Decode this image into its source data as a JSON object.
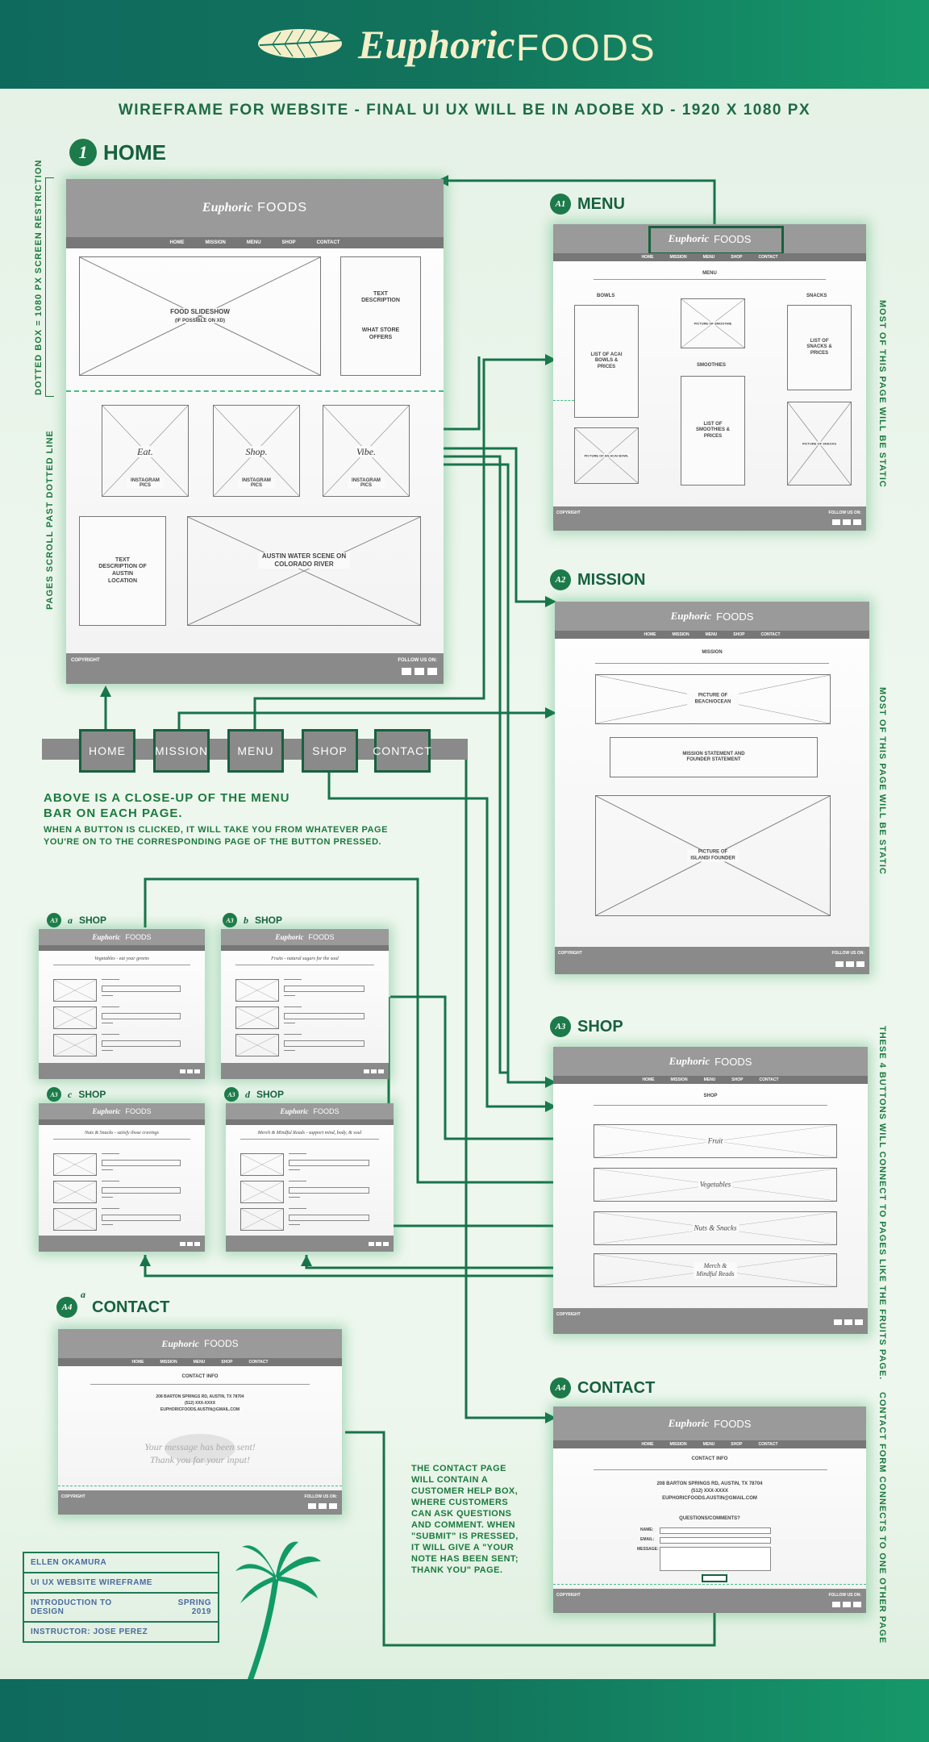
{
  "brand": {
    "script": "Euphoric",
    "word": "FOODS"
  },
  "subtitle": "WIREFRAME FOR WEBSITE - FINAL UI UX WILL BE IN ADOBE XD - 1920 X 1080 PX",
  "nav": [
    "HOME",
    "MISSION",
    "MENU",
    "SHOP",
    "CONTACT"
  ],
  "common": {
    "copyright": "COPYRIGHT",
    "follow": "FOLLOW US ON:"
  },
  "home": {
    "num": "1",
    "title": "HOME",
    "slideshow": "FOOD SLIDESHOW",
    "slideshow_note": "(IF POSSIBLE ON XD)",
    "text_desc": "TEXT DESCRIPTION",
    "what_store": "WHAT STORE OFFERS",
    "eat": "Eat.",
    "shop": "Shop.",
    "vibe": "Vibe.",
    "insta": "INSTAGRAM PICS",
    "austin_text": "TEXT DESCRIPTION OF AUSTIN LOCATION",
    "austin_scene": "AUSTIN WATER SCENE ON COLORADO RIVER"
  },
  "notes": {
    "dotted_box": "DOTTED BOX = 1080 PX SCREEN RESTRICTION",
    "scroll": "PAGES SCROLL PAST DOTTED LINE",
    "menu_close_1": "ABOVE IS A CLOSE-UP OF THE MENU",
    "menu_close_2": "BAR ON EACH PAGE.",
    "menu_click_1": "WHEN A BUTTON IS CLICKED, IT WILL TAKE YOU FROM WHATEVER PAGE",
    "menu_click_2": "YOU'RE ON TO THE CORRESPONDING PAGE OF THE BUTTON PRESSED.",
    "static": "MOST OF THIS PAGE WILL BE STATIC",
    "buttons4": "THESE 4 BUTTONS WILL CONNECT TO PAGES LIKE THE FRUITS PAGE.",
    "contact_form": "CONTACT FORM CONNECTS TO ONE OTHER PAGE",
    "contact_page": [
      "THE CONTACT PAGE",
      "WILL CONTAIN A",
      "CUSTOMER HELP BOX,",
      "WHERE CUSTOMERS",
      "CAN ASK QUESTIONS",
      "AND COMMENT. WHEN",
      "\"SUBMIT\" IS PRESSED,",
      "IT WILL GIVE A \"YOUR",
      "NOTE HAS BEEN SENT;",
      "THANK YOU\" PAGE."
    ]
  },
  "menu_page": {
    "num": "A1",
    "title": "MENU",
    "heading": "MENU",
    "bowls": "BOWLS",
    "smoothies": "SMOOTHIES",
    "snacks": "SNACKS",
    "list_acai": "LIST OF ACAI BOWLS & PRICES",
    "pic_smoothie": "PICTURE OF SMOOTHIE",
    "list_smoothies": "LIST OF SMOOTHIES & PRICES",
    "list_snacks": "LIST OF SNACKS & PRICES",
    "pic_acai": "PICTURE OF AN ACAI BOWL",
    "pic_snacks": "PICTURE OF SNACKS"
  },
  "mission_page": {
    "num": "A2",
    "title": "MISSION",
    "heading": "MISSION",
    "beach": "PICTURE OF BEACH/OCEAN",
    "statement": "MISSION STATEMENT AND FOUNDER STATEMENT",
    "island": "PICTURE OF ISLAND/ FOUNDER"
  },
  "shop_page": {
    "num": "A3",
    "title": "SHOP",
    "heading": "SHOP",
    "items": [
      "Fruit",
      "Vegetables",
      "Nuts & Snacks",
      "Merch & Mindful Reads"
    ]
  },
  "contact_page": {
    "num": "A4",
    "title": "CONTACT",
    "heading": "CONTACT INFO",
    "address": "208 BARTON SPRINGS RD, AUSTIN, TX 78704",
    "phone": "(512) XXX-XXXX",
    "email": "EUPHORICFOODS.AUSTIN@GMAIL.COM",
    "questions": "QUESTIONS/COMMENTS?",
    "name": "NAME:",
    "email_label": "EMAIL:",
    "message": "MESSAGE:"
  },
  "contact_a": {
    "num": "A4",
    "sup": "a",
    "title": "CONTACT",
    "sent": "Your message has been sent!",
    "thanks": "Thank you for your input!"
  },
  "subshops": [
    {
      "num": "A3",
      "sup": "a",
      "title": "SHOP",
      "subtitle": "Vegetables - eat your greens"
    },
    {
      "num": "A3",
      "sup": "b",
      "title": "SHOP",
      "subtitle": "Fruits - natural sugars for the soul"
    },
    {
      "num": "A3",
      "sup": "c",
      "title": "SHOP",
      "subtitle": "Nuts & Snacks - satisfy those cravings"
    },
    {
      "num": "A3",
      "sup": "d",
      "title": "SHOP",
      "subtitle": "Merch & Mindful Reads - support mind, body, & soul"
    }
  ],
  "credits": {
    "name": "ELLEN OKAMURA",
    "project": "UI UX WEBSITE WIREFRAME",
    "course": "INTRODUCTION TO DESIGN",
    "term": "SPRING 2019",
    "instructor": "INSTRUCTOR: JOSE PEREZ"
  },
  "colors": {
    "accent": "#17613f",
    "header": "#12745c",
    "frame_gray": "#9a9a9a",
    "dash": "#3fbf86"
  }
}
